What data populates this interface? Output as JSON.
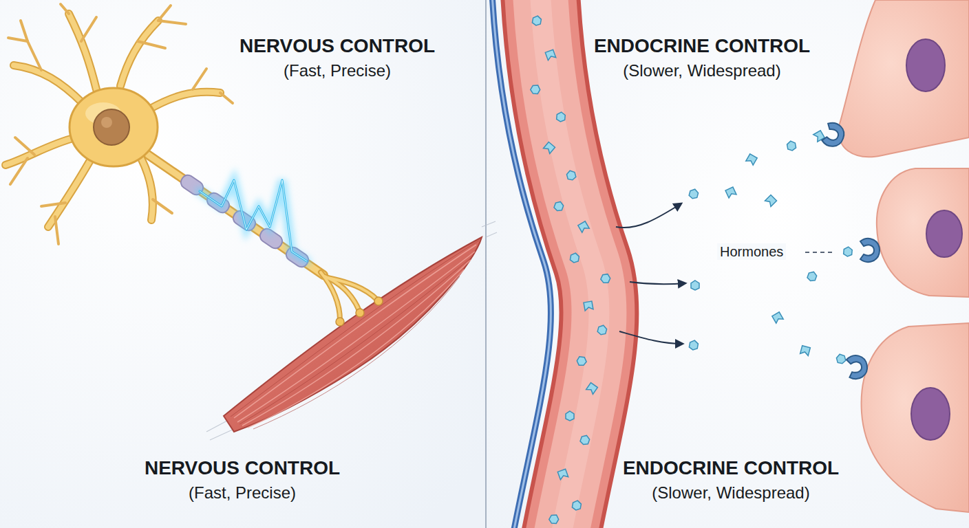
{
  "diagram": {
    "labels": [
      "NERVOUS CONTROL",
      "(Fast, Precise)",
      "ENDOCRINE CONTROL",
      "(Slower, Widespread)",
      "Hormones",
      "NERVOUS CONTROL",
      "(Fast, Precise)",
      "ENDOCRINE CONTROL",
      "(Slower, Widespread)"
    ]
  }
}
